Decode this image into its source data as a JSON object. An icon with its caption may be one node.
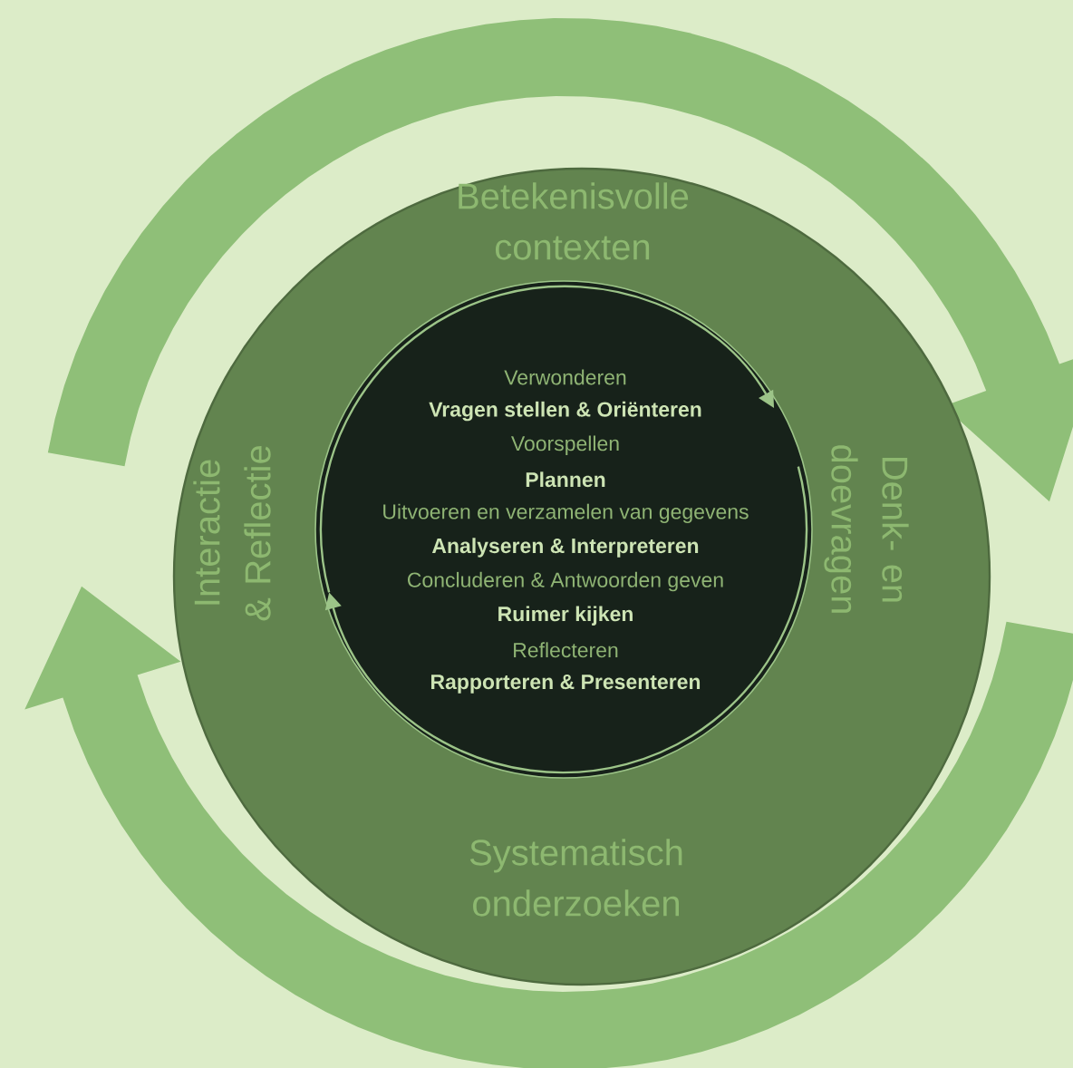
{
  "diagram": {
    "nodes": [
      {
        "text": [
          "Betekenisvolle contexten",
          "Denk- en doevragen",
          "Systematisch onderzoeken",
          "Interactie & Reflectie"
        ]
      },
      {
        "text": [
          "Verwonderen",
          "Vragen stellen & Oriënteren",
          "Voorspellen",
          "Plannen",
          "Uitvoeren en verzamelen van gegevens",
          "Analyseren & Interpreteren",
          "Concluderen & Antwoorden geven",
          "Ruimer kijken",
          "Reflecteren",
          "Rapporteren & Presenteren"
        ],
        "in": 0
      }
    ]
  }
}
